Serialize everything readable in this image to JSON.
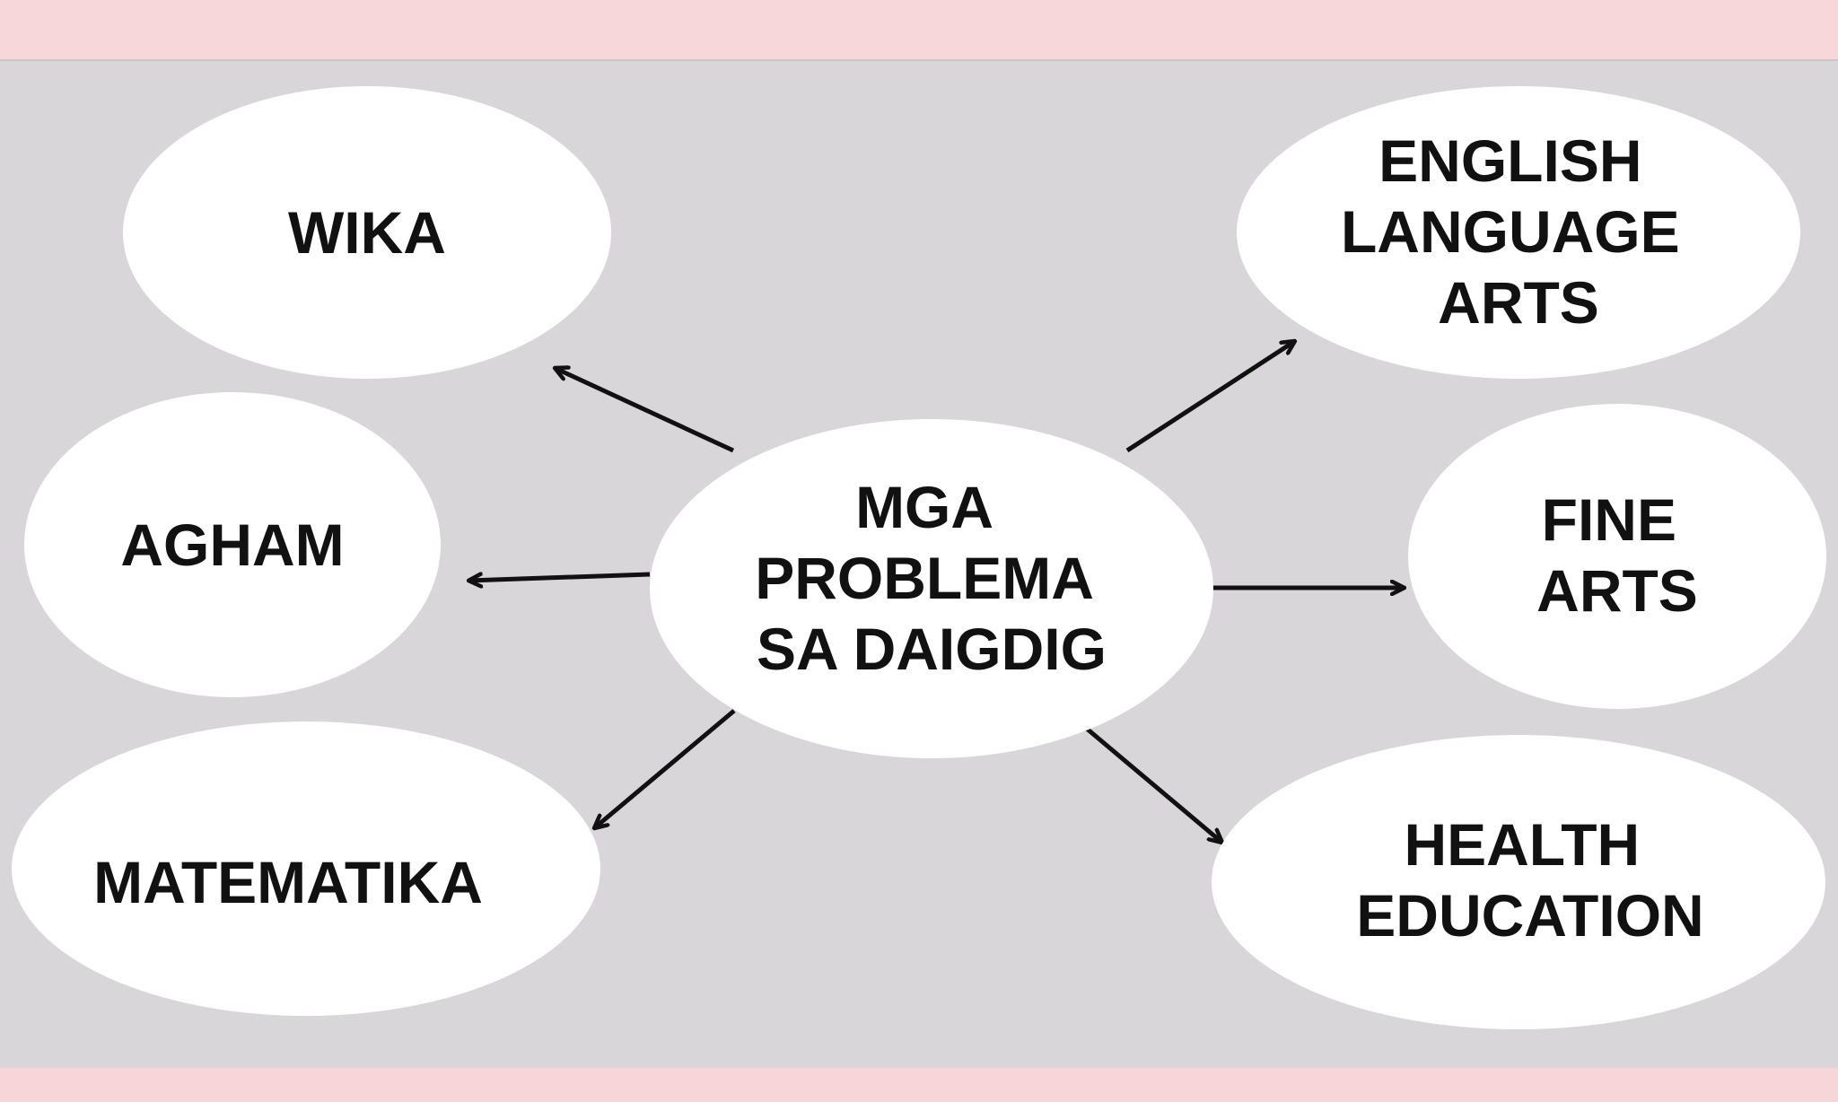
{
  "diagram": {
    "center": {
      "lines": [
        "MGA",
        "PROBLEMA",
        "SA DAIGDIG"
      ]
    },
    "nodes": [
      {
        "id": "wika",
        "lines": [
          "WIKA"
        ]
      },
      {
        "id": "agham",
        "lines": [
          "AGHAM"
        ]
      },
      {
        "id": "matematika",
        "lines": [
          "MATEMATIKA"
        ]
      },
      {
        "id": "english-language-arts",
        "lines": [
          "ENGLISH",
          "LANGUAGE",
          "ARTS"
        ]
      },
      {
        "id": "fine-arts",
        "lines": [
          "FINE",
          "ARTS"
        ]
      },
      {
        "id": "health-education",
        "lines": [
          "HEALTH",
          "EDUCATION"
        ]
      }
    ],
    "colors": {
      "panel": "#d8d6d9",
      "bubble": "#ffffff",
      "arrow": "#111111",
      "border_band": "#f8d7da"
    }
  }
}
